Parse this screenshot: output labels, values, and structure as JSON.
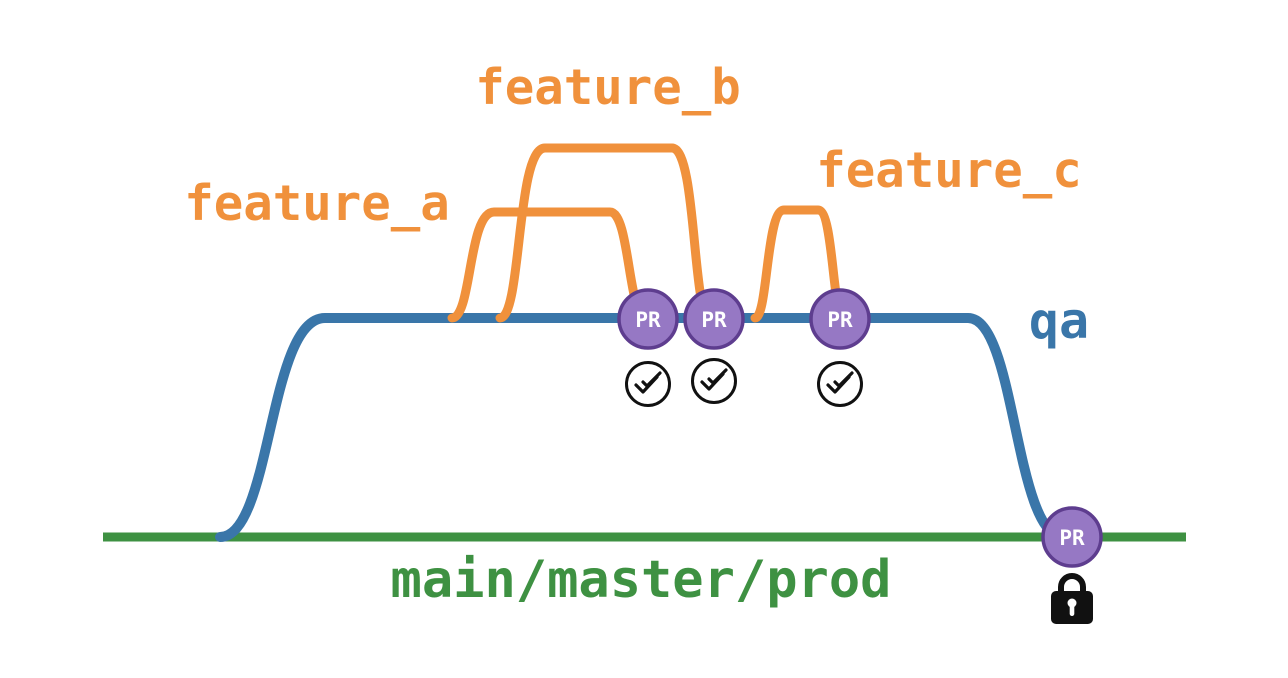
{
  "colors": {
    "feature": "#F0913C",
    "qa": "#3A76A9",
    "main": "#3E9142",
    "pr_fill": "#9678C4",
    "pr_border": "#5E3D8F",
    "pr_text": "#FFFFFF",
    "icon_stroke": "#111111",
    "icon_fill": "#FFFFFF"
  },
  "branches": {
    "feature_a": {
      "label": "feature_a"
    },
    "feature_b": {
      "label": "feature_b"
    },
    "feature_c": {
      "label": "feature_c"
    },
    "qa": {
      "label": "qa"
    },
    "main": {
      "label": "main/master/prod"
    }
  },
  "nodes": {
    "pr_label": "PR",
    "merges": [
      {
        "from": "feature_a",
        "into": "qa",
        "status_icon": "approved-double-check-icon"
      },
      {
        "from": "feature_b",
        "into": "qa",
        "status_icon": "approved-double-check-icon"
      },
      {
        "from": "feature_c",
        "into": "qa",
        "status_icon": "approved-double-check-icon"
      },
      {
        "from": "qa",
        "into": "main",
        "status_icon": "lock-icon"
      }
    ]
  }
}
